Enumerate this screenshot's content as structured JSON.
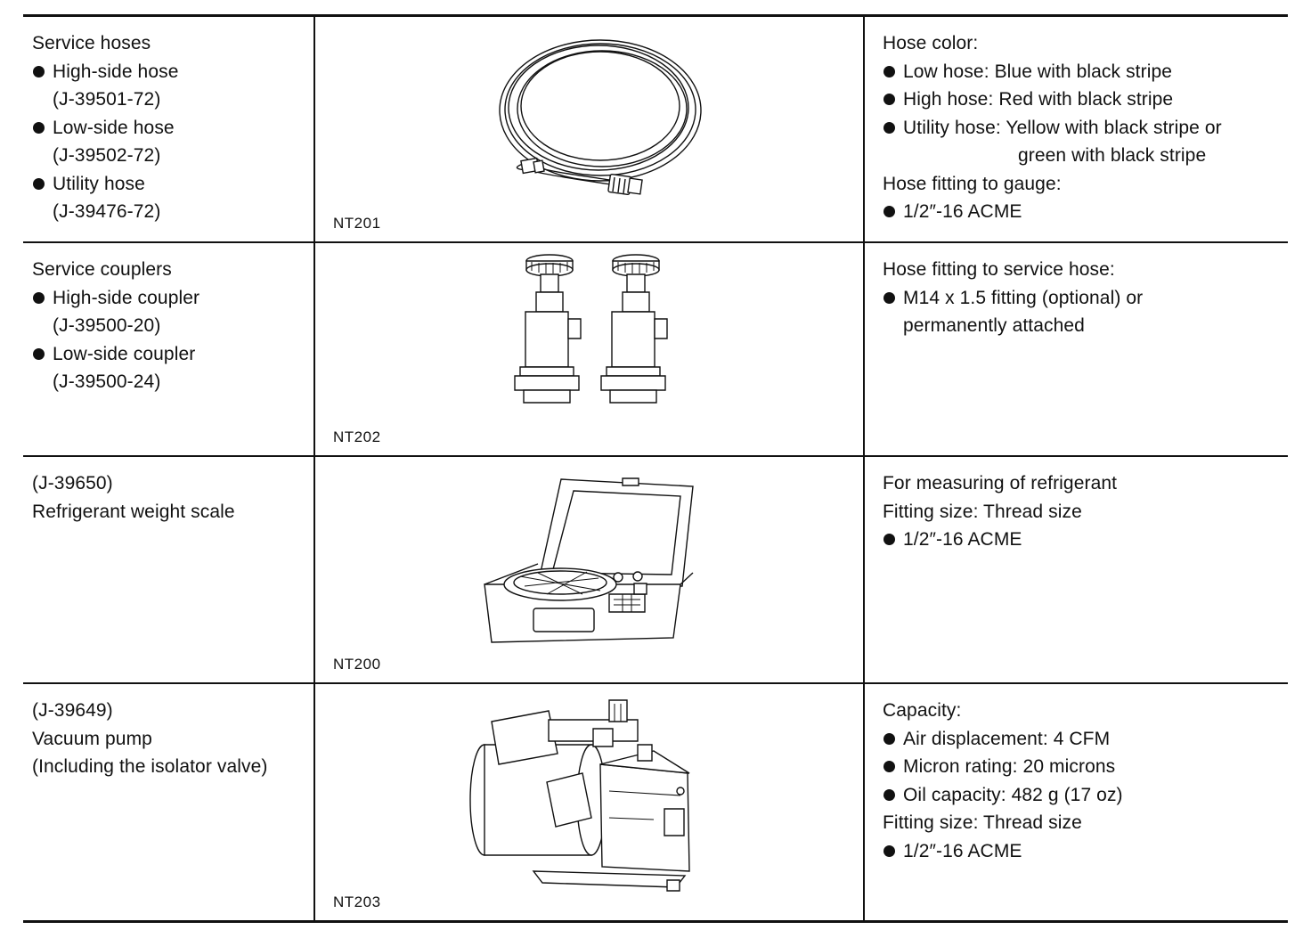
{
  "rows": [
    {
      "left": [
        "Service hoses",
        "High-side hose",
        "(J-39501-72)",
        "Low-side hose",
        "(J-39502-72)",
        "Utility hose",
        "(J-39476-72)"
      ],
      "code": "NT201",
      "right": [
        "Hose color:",
        "Low hose: Blue with black stripe",
        "High hose: Red with black stripe",
        "Utility hose: Yellow with black stripe or",
        "green with black stripe",
        "Hose fitting to gauge:",
        "1/2″-16 ACME"
      ]
    },
    {
      "left": [
        "Service couplers",
        "High-side coupler",
        "(J-39500-20)",
        "Low-side coupler",
        "(J-39500-24)"
      ],
      "code": "NT202",
      "right": [
        "Hose fitting to service hose:",
        "M14 x 1.5 fitting (optional) or",
        "permanently attached"
      ]
    },
    {
      "left": [
        "(J-39650)",
        "Refrigerant weight scale"
      ],
      "code": "NT200",
      "right": [
        "For measuring of refrigerant",
        "Fitting size: Thread size",
        "1/2″-16 ACME"
      ]
    },
    {
      "left": [
        "(J-39649)",
        "Vacuum pump",
        "(Including the isolator valve)"
      ],
      "code": "NT203",
      "right": [
        "Capacity:",
        "Air displacement: 4 CFM",
        "Micron rating: 20 microns",
        "Oil capacity: 482 g (17 oz)",
        "Fitting size: Thread size",
        "1/2″-16 ACME"
      ]
    }
  ]
}
